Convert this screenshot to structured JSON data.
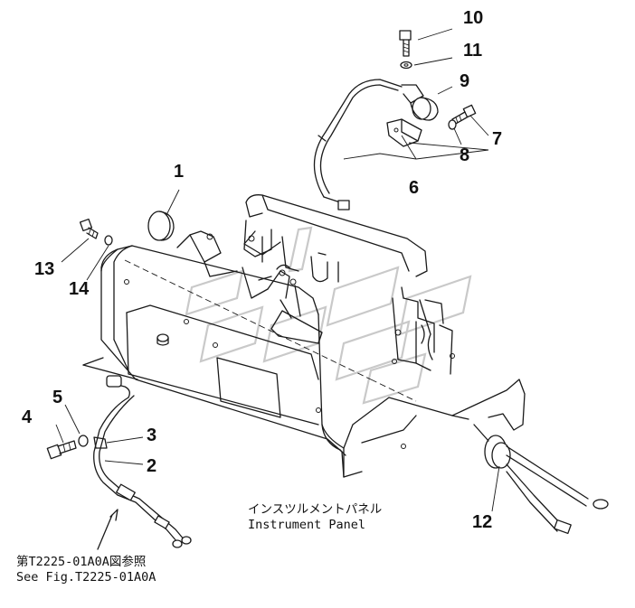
{
  "callouts": [
    {
      "id": "1",
      "label": "1"
    },
    {
      "id": "2",
      "label": "2"
    },
    {
      "id": "3",
      "label": "3"
    },
    {
      "id": "4",
      "label": "4"
    },
    {
      "id": "5",
      "label": "5"
    },
    {
      "id": "6",
      "label": "6"
    },
    {
      "id": "7",
      "label": "7"
    },
    {
      "id": "8",
      "label": "8"
    },
    {
      "id": "9",
      "label": "9"
    },
    {
      "id": "10",
      "label": "10"
    },
    {
      "id": "11",
      "label": "11"
    },
    {
      "id": "12",
      "label": "12"
    },
    {
      "id": "13",
      "label": "13"
    },
    {
      "id": "14",
      "label": "14"
    }
  ],
  "panel_label": {
    "japanese": "インスツルメントパネル",
    "english": "Instrument Panel"
  },
  "reference_note": {
    "japanese": "第T2225-01A0A図参照",
    "english": "See Fig.T2225-01A0A"
  }
}
